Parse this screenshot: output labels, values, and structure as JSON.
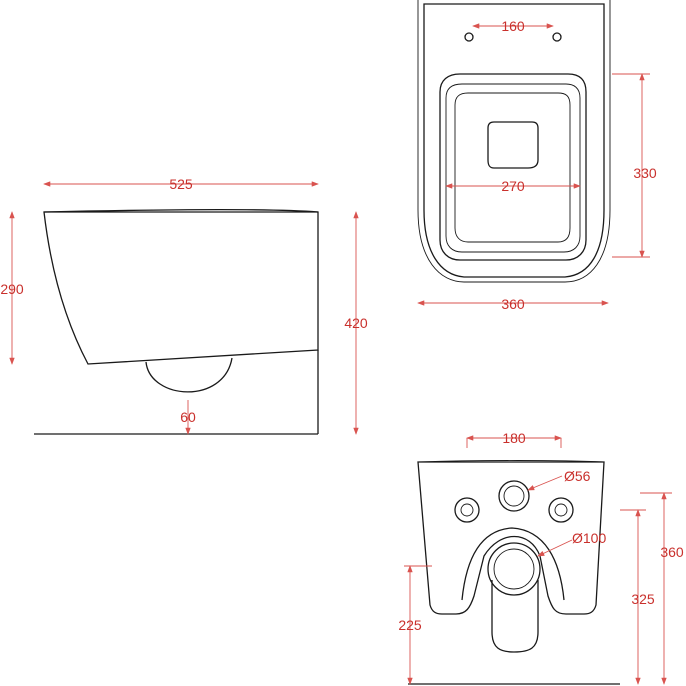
{
  "drawing": {
    "side_view": {
      "length": "525",
      "bowl_height": "290",
      "total_height": "420",
      "outlet": "60"
    },
    "top_view": {
      "fixing_holes": "160",
      "seat_width": "270",
      "seat_depth": "330",
      "width": "360"
    },
    "rear_view": {
      "fixing_spacing": "180",
      "inlet_diameter": "Ø56",
      "outlet_diameter": "Ø100",
      "height": "360",
      "inlet_height": "325",
      "outlet_height": "225"
    },
    "colors": {
      "outline": "#1a1a1a",
      "dimension": "#d9534f"
    }
  }
}
